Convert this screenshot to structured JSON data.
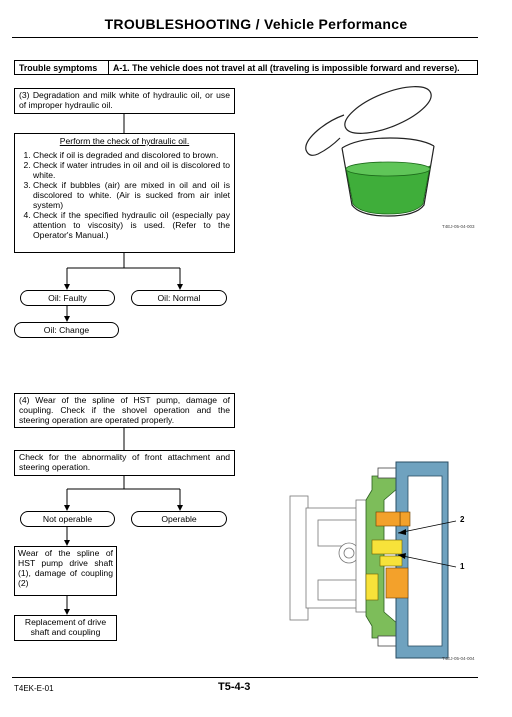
{
  "page": {
    "title": "TROUBLESHOOTING / Vehicle Performance",
    "footer_left": "T4EK-E-01",
    "footer_center": "T5-4-3"
  },
  "symptom": {
    "label": "Trouble symptoms",
    "text": "A-1. The vehicle does not travel at all (traveling is impossible forward and reverse)."
  },
  "section3": {
    "cause": "(3) Degradation and milk white of hydraulic oil, or use of improper hydraulic oil.",
    "check_title": "Perform the check of hydraulic oil.",
    "check_items": [
      "Check if oil is degraded and discolored to brown.",
      "Check if water intrudes in oil and oil is discolored to white.",
      "Check if bubbles (air) are mixed in oil and oil is discolored to white. (Air is sucked from air inlet system)",
      "Check if the specified hydraulic oil (especially pay attention to viscosity) is used. (Refer to the Operator's Manual.)"
    ],
    "result_faulty": "Oil: Faulty",
    "result_normal": "Oil: Normal",
    "remedy": "Oil: Change",
    "figure_caption": "T4EJ-05-04-003"
  },
  "section4": {
    "cause": "(4) Wear of the spline of HST pump, damage of coupling. Check if the shovel operation and the steering operation are operated properly.",
    "check": "Check for the abnormality of front attachment and steering operation.",
    "result_not_operable": "Not operable",
    "result_operable": "Operable",
    "diagnosis": "Wear of the spline of HST pump drive shaft (1), damage of coupling (2)",
    "remedy": "Replacement of drive shaft and coupling",
    "figure_caption": "T4EJ-05-04-004",
    "callout_2": "2",
    "callout_1": "1"
  },
  "colors": {
    "oil_green": "#3fae3a",
    "part_orange": "#f3a12b",
    "part_yellow": "#f7e23a",
    "housing_blue": "#6fa2bf",
    "bracket_green": "#7dbd5a"
  }
}
